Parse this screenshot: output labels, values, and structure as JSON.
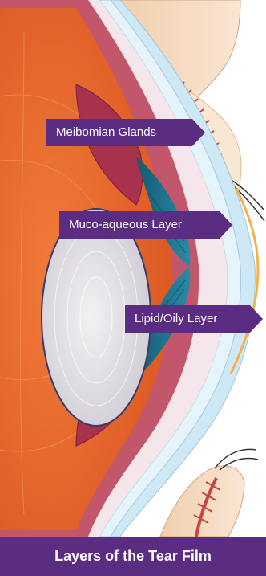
{
  "labels": {
    "meibomian": "Meibomian Glands",
    "muco_aqueous": "Muco-aqueous Layer",
    "lipid": "Lipid/Oily Layer"
  },
  "footer": {
    "title": "Layers of the Tear Film"
  },
  "colors": {
    "label_bg": "#5b2d82",
    "footer_bg": "#5b2d82",
    "iris": "#1f6f8b",
    "lens": "#e8e6ea",
    "globe": "#e8602a",
    "eyelid_skin": "#f6dcc3",
    "gland": "#c8463f",
    "tear_film": "#bfe3f3",
    "lipid_outline": "#f2b24a"
  }
}
